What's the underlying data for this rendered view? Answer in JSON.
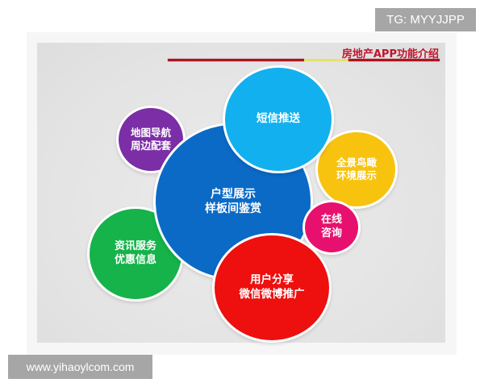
{
  "header": {
    "title": "房地产APP功能介绍"
  },
  "watermarks": {
    "top_right": "TG: MYYJJPP",
    "bottom_left": "www.yihaoylcom.com"
  },
  "colors": {
    "title_red": "#c0152f",
    "rule_red": "#b0121f",
    "rule_yellow": "#e8e06a",
    "central_blue": "#0b6ac6",
    "sky_blue": "#12b0ee",
    "purple": "#7b2ea6",
    "yellow": "#f8c30f",
    "pink": "#e8106e",
    "green": "#15b34a",
    "red": "#ee0f0f"
  },
  "bubbles": {
    "central": {
      "label": "户型展示\n样板间鉴赏"
    },
    "sms": {
      "label": "短信推送"
    },
    "map": {
      "label": "地图导航\n周边配套"
    },
    "panorama": {
      "label": "全景鸟瞰\n环境展示"
    },
    "consult": {
      "label": "在线\n咨询"
    },
    "news": {
      "label": "资讯服务\n优惠信息"
    },
    "share": {
      "label": "用户分享\n微信微博推广"
    }
  }
}
